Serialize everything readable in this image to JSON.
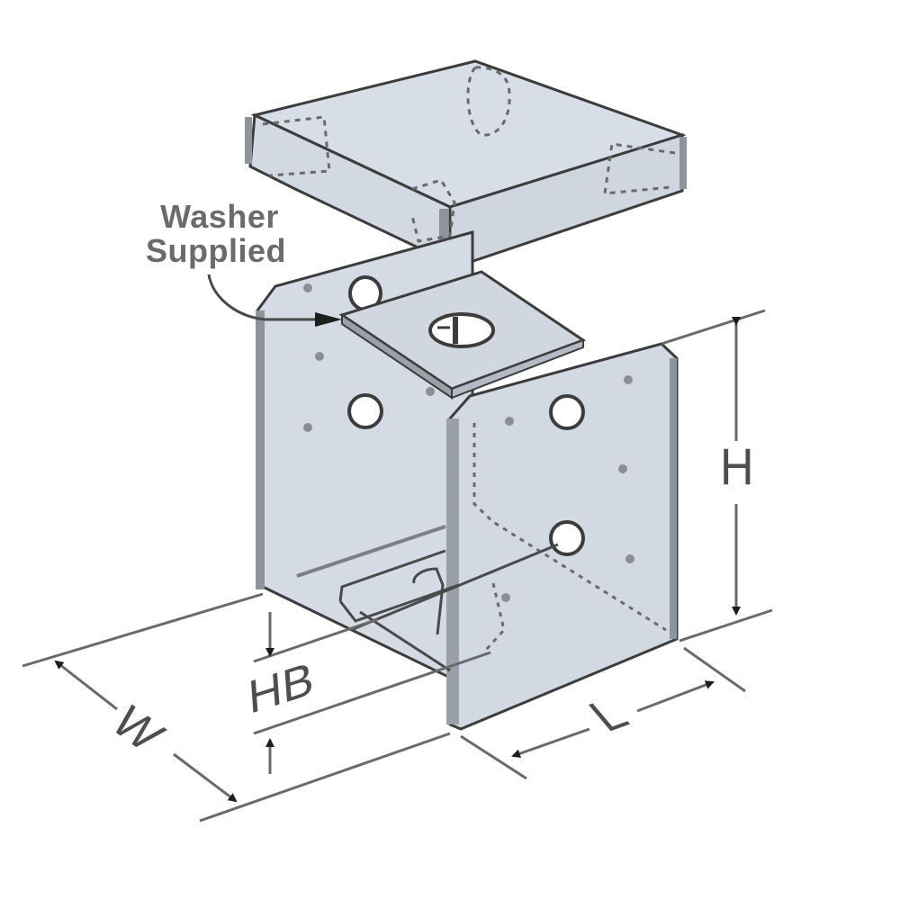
{
  "diagram": {
    "subject": "post base bracket with top post block and washer",
    "colors": {
      "metal_fill": "#d6dce6",
      "metal_fill_dark": "#c9d0db",
      "outline": "#3c3c3c",
      "edge_shade": "#8e949c",
      "dimension_line": "#6a6a6a",
      "arrow": "#1e1e1e",
      "background": "#ffffff"
    },
    "callouts": [
      {
        "id": "washer",
        "line1": "Washer",
        "line2": "Supplied"
      }
    ],
    "dimensions": {
      "height": {
        "label": "H"
      },
      "base_height": {
        "label": "HB"
      },
      "width": {
        "label": "W"
      },
      "length": {
        "label": "L"
      }
    },
    "parts": [
      {
        "id": "post-block",
        "name": "Post (top block)"
      },
      {
        "id": "washer",
        "name": "Washer"
      },
      {
        "id": "bracket-left-plate",
        "name": "Bracket left side plate"
      },
      {
        "id": "bracket-right-plate",
        "name": "Bracket right side plate"
      },
      {
        "id": "bracket-base",
        "name": "Bracket base with slot"
      }
    ]
  }
}
